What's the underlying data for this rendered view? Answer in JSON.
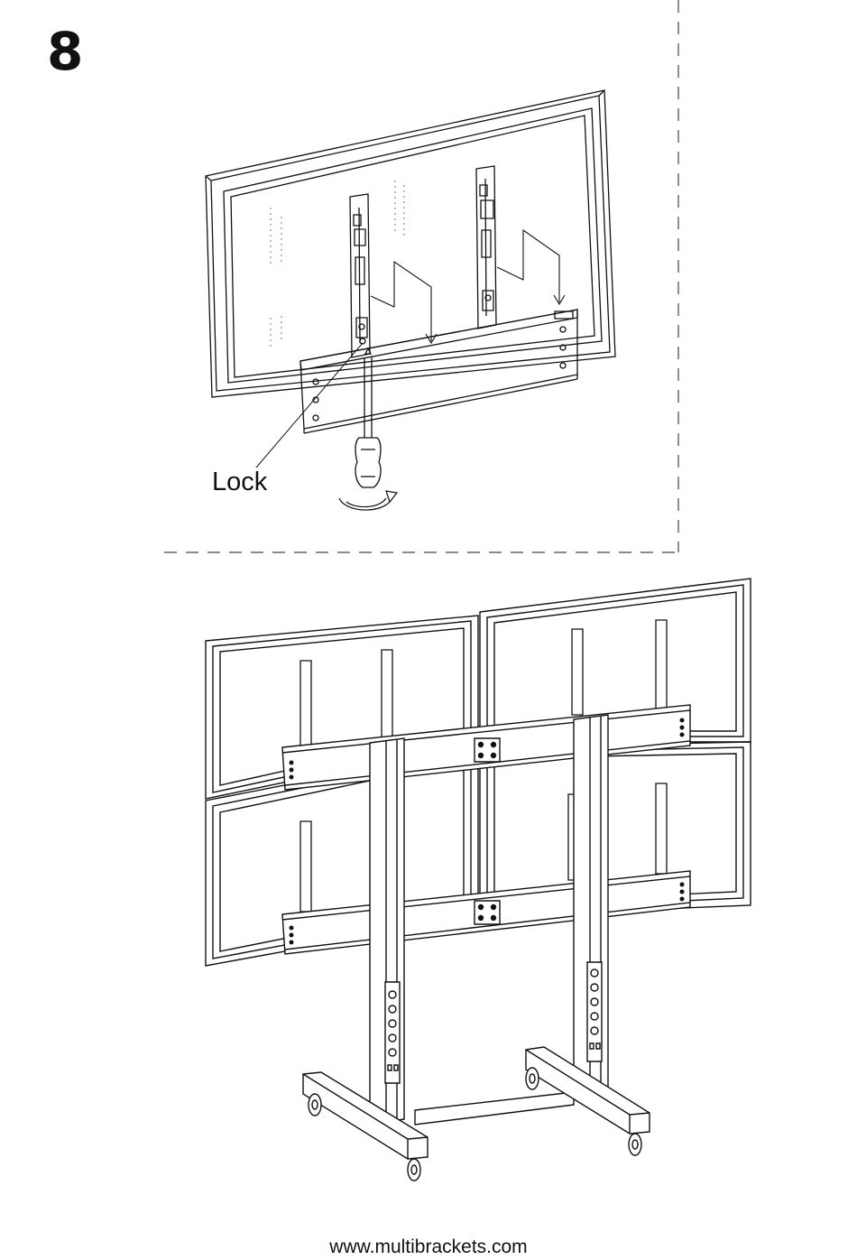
{
  "step": {
    "number": "8"
  },
  "detail": {
    "lock_label": "Lock"
  },
  "footer": {
    "url": "www.multibrackets.com"
  },
  "icons": [
    "screwdriver-icon",
    "rotation-arrow-icon"
  ]
}
